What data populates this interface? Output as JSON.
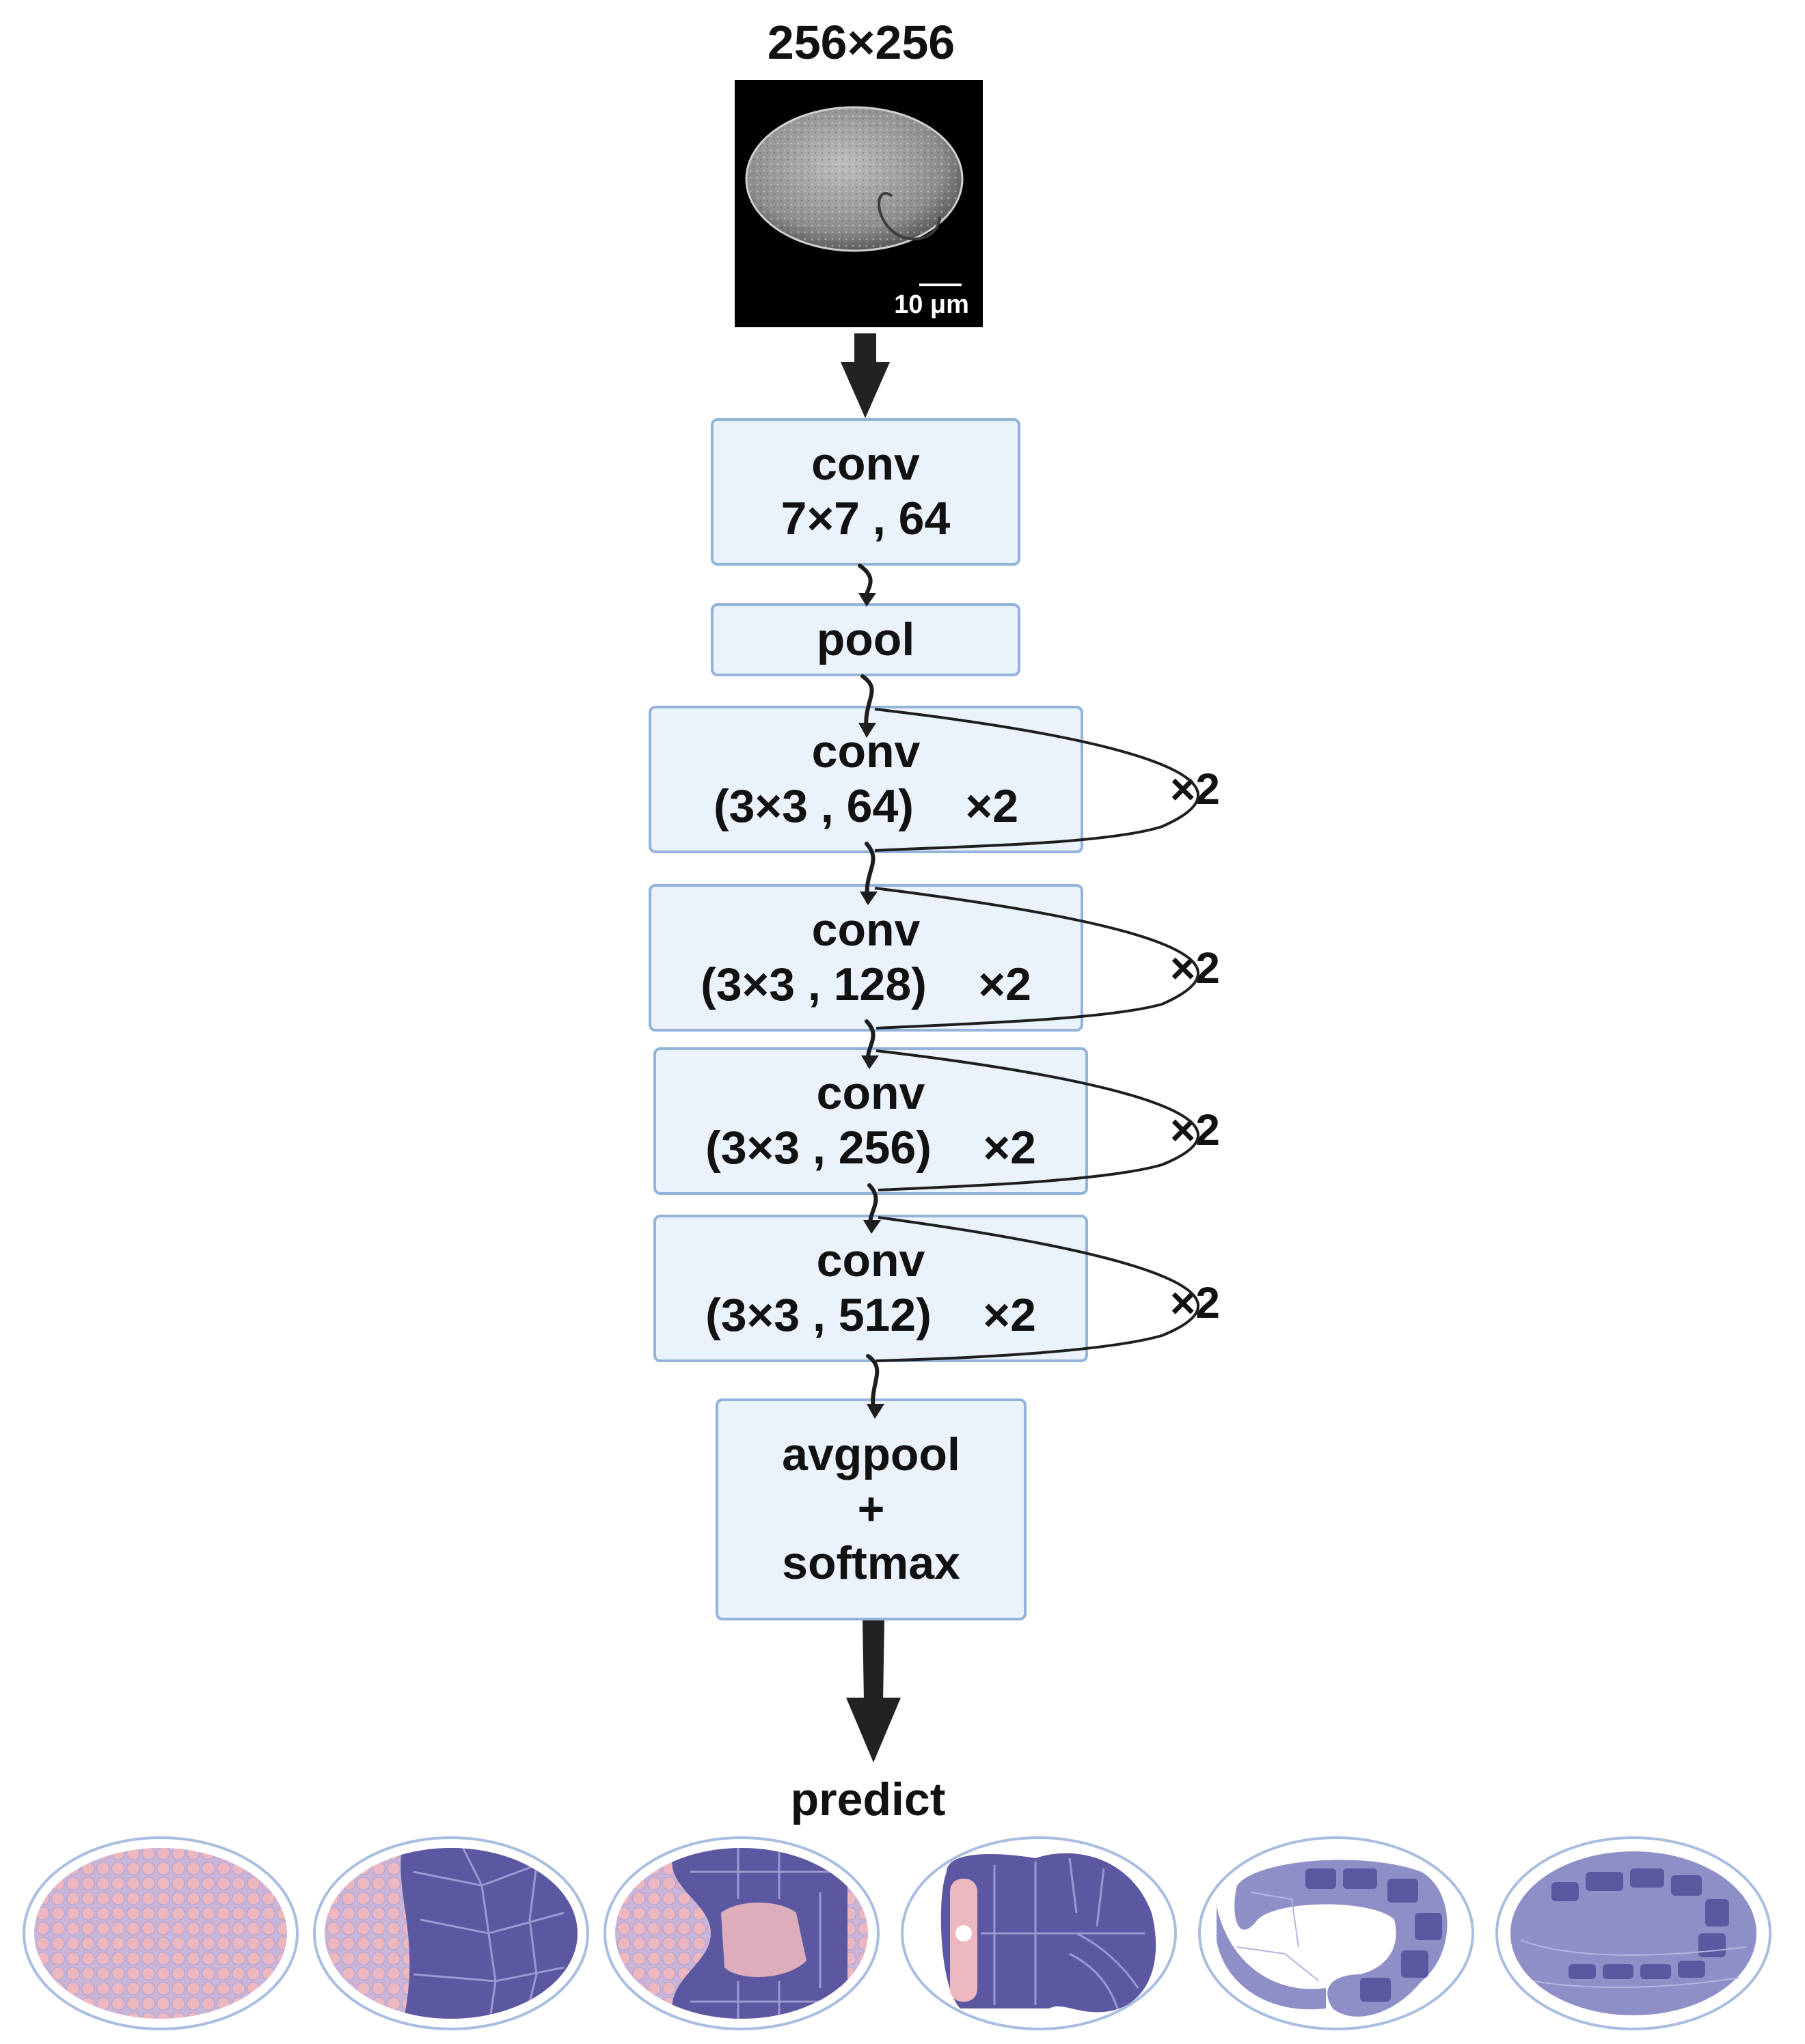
{
  "input": {
    "size_label": "256×256",
    "scale_bar_label": "10 μm"
  },
  "layers": [
    {
      "lines": [
        "conv",
        "7×7 , 64"
      ]
    },
    {
      "lines": [
        "pool"
      ]
    },
    {
      "lines": [
        "conv",
        "(3×3 , 64)    ×2"
      ],
      "repeat": "×2"
    },
    {
      "lines": [
        "conv",
        "(3×3 , 128)    ×2"
      ],
      "repeat": "×2"
    },
    {
      "lines": [
        "conv",
        "(3×3 , 256)    ×2"
      ],
      "repeat": "×2"
    },
    {
      "lines": [
        "conv",
        "(3×3 , 512)    ×2"
      ],
      "repeat": "×2"
    },
    {
      "lines": [
        "avgpool",
        "+",
        "softmax"
      ]
    }
  ],
  "output": {
    "label": "predict",
    "stages": [
      "stage-1-cells",
      "stage-2-half",
      "stage-3-fold",
      "stage-4-comma",
      "stage-5-twofold",
      "stage-6-pretzel"
    ]
  },
  "colors": {
    "box_fill": "#eaf2fc",
    "box_border": "#94b3da",
    "cell_pink": "#ecb7bf",
    "tissue_dark": "#5b57a1",
    "tissue_light": "#8f8fc8"
  }
}
